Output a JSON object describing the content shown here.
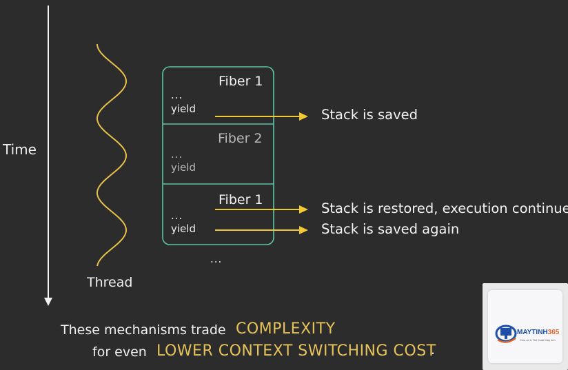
{
  "labels": {
    "time": "Time",
    "thread": "Thread"
  },
  "fibers": [
    {
      "title": "Fiber 1",
      "dots": "...",
      "action": "yield"
    },
    {
      "title": "Fiber 2",
      "dots": "...",
      "action": "yield"
    },
    {
      "title": "Fiber 1",
      "dots": "...",
      "action": "yield"
    }
  ],
  "continuation": "...",
  "results": {
    "saved": "Stack is saved",
    "restored": "Stack is restored, execution continues",
    "saved_again": "Stack is saved again"
  },
  "caption": {
    "line1_prefix": "These mechanisms trade",
    "line1_highlight": "COMPLEXITY",
    "line2_prefix": "for even",
    "line2_highlight": "LOWER CONTEXT SWITCHING COST",
    "line2_suffix": "."
  },
  "watermark": {
    "brand": "MAYTINH",
    "brand_number": "365",
    "tagline": "Chia sẻ & Thủ thuật Máy tính"
  },
  "colors": {
    "background": "#2c2c2c",
    "thread_wave": "#e8c24a",
    "arrow": "#f2c835",
    "fiber_border": "#5fc4a8",
    "highlight": "#e6c35a"
  }
}
